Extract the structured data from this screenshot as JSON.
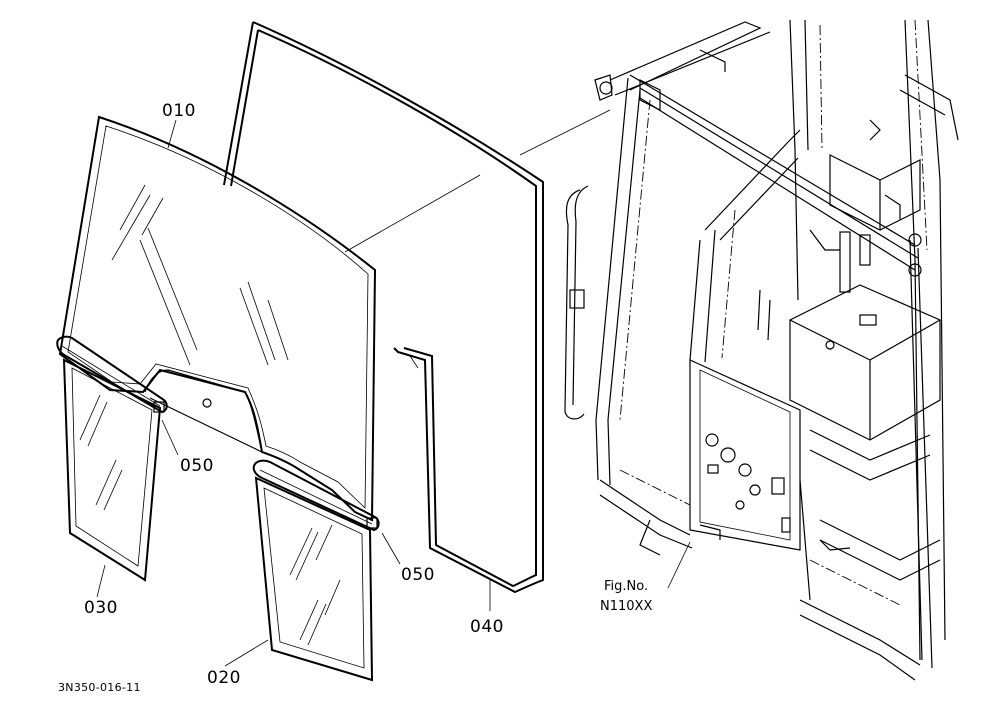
{
  "labels": {
    "p010": "010",
    "p020": "020",
    "p030": "030",
    "p040": "040",
    "p050a": "050",
    "p050b": "050",
    "fig_no": "Fig.No.",
    "fig_code": "N110XX",
    "drawing_id": "3N350-016-11"
  }
}
